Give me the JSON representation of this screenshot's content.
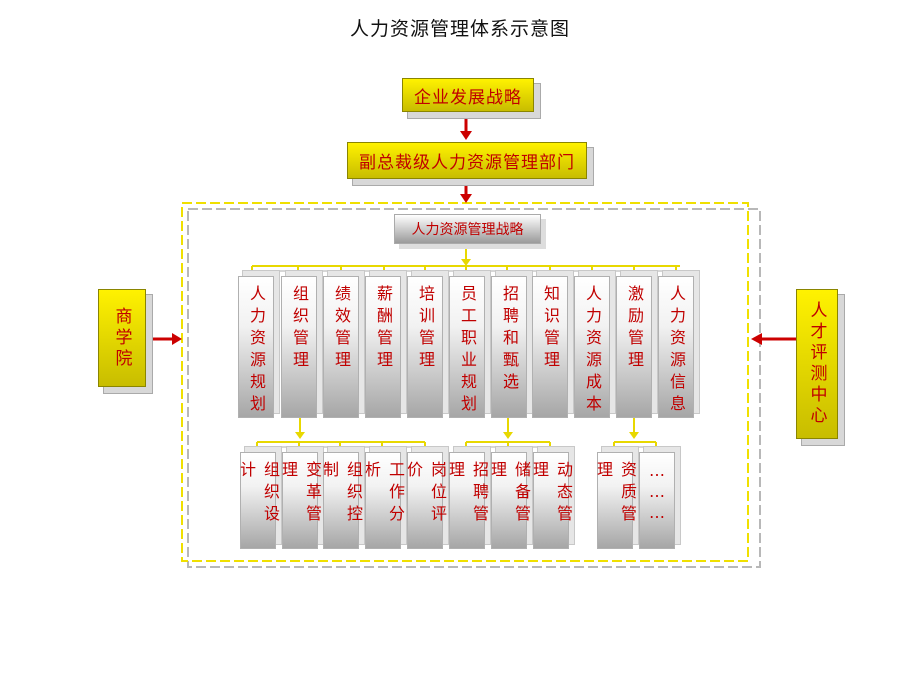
{
  "title": "人力资源管理体系示意图",
  "top": {
    "strategy": "企业发展战略",
    "department": "副总裁级人力资源管理部门",
    "hr_strategy": "人力资源管理战略"
  },
  "side": {
    "left": "商学院",
    "right": "人才评测中心"
  },
  "modules": [
    "人力资源规划",
    "组织管理",
    "绩效管理",
    "薪酬管理",
    "培训管理",
    "员工职业规划",
    "招聘和甄选",
    "知识管理",
    "人力资源成本",
    "激励管理",
    "人力资源信息"
  ],
  "submodules": [
    "组织设计",
    "变革管理",
    "组织控制",
    "工作分析",
    "岗位评价",
    "招聘管理",
    "储备管理",
    "动态管理",
    "资质管理",
    "………"
  ],
  "colors": {
    "yellow": "#fff200",
    "arrow_red": "#cc0000",
    "text_red": "#c00000",
    "dash_yellow": "#f0e000"
  }
}
